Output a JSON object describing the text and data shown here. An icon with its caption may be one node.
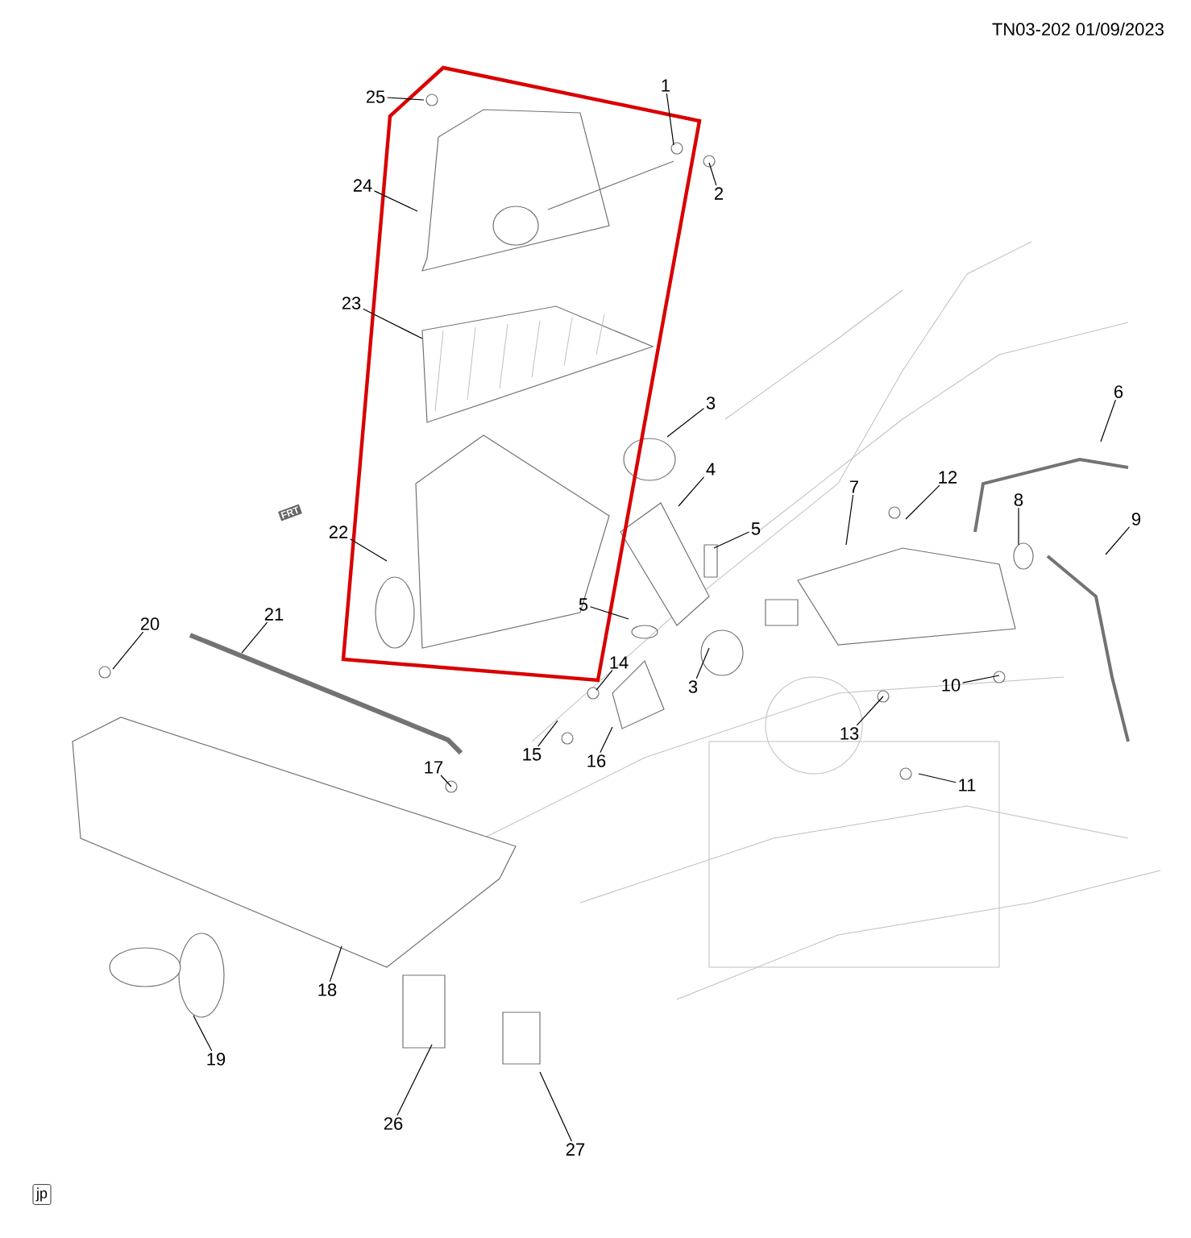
{
  "diagram": {
    "nodes": [
      {
        "text": [
          "1"
        ]
      },
      {
        "text": [
          "2"
        ]
      },
      {
        "text": [
          "3"
        ]
      },
      {
        "text": [
          "3"
        ]
      },
      {
        "text": [
          "4"
        ]
      },
      {
        "text": [
          "5"
        ]
      },
      {
        "text": [
          "5"
        ]
      },
      {
        "text": [
          "6"
        ]
      },
      {
        "text": [
          "7"
        ]
      },
      {
        "text": [
          "8"
        ]
      },
      {
        "text": [
          "9"
        ]
      },
      {
        "text": [
          "10"
        ]
      },
      {
        "text": [
          "11"
        ]
      },
      {
        "text": [
          "12"
        ]
      },
      {
        "text": [
          "13"
        ]
      },
      {
        "text": [
          "14"
        ]
      },
      {
        "text": [
          "15"
        ]
      },
      {
        "text": [
          "16"
        ]
      },
      {
        "text": [
          "17"
        ]
      },
      {
        "text": [
          "18"
        ]
      },
      {
        "text": [
          "19"
        ]
      },
      {
        "text": [
          "20"
        ]
      },
      {
        "text": [
          "21"
        ]
      },
      {
        "text": [
          "22"
        ]
      },
      {
        "text": [
          "23"
        ]
      },
      {
        "text": [
          "24"
        ]
      },
      {
        "text": [
          "25"
        ]
      },
      {
        "text": [
          "26"
        ]
      },
      {
        "text": [
          "27"
        ]
      }
    ],
    "edges": [
      {
        "from": 0,
        "to": null,
        "arrow": "none"
      },
      {
        "from": 1,
        "to": null,
        "arrow": "none"
      },
      {
        "from": 2,
        "to": null,
        "arrow": "none"
      },
      {
        "from": 3,
        "to": null,
        "arrow": "none"
      },
      {
        "from": 4,
        "to": null,
        "arrow": "none"
      },
      {
        "from": 5,
        "to": null,
        "arrow": "none"
      },
      {
        "from": 6,
        "to": null,
        "arrow": "none"
      },
      {
        "from": 7,
        "to": null,
        "arrow": "none"
      },
      {
        "from": 8,
        "to": null,
        "arrow": "none"
      },
      {
        "from": 9,
        "to": null,
        "arrow": "none"
      },
      {
        "from": 10,
        "to": null,
        "arrow": "none"
      },
      {
        "from": 11,
        "to": null,
        "arrow": "none"
      },
      {
        "from": 12,
        "to": null,
        "arrow": "none"
      },
      {
        "from": 13,
        "to": null,
        "arrow": "none"
      },
      {
        "from": 14,
        "to": null,
        "arrow": "none"
      },
      {
        "from": 15,
        "to": null,
        "arrow": "none"
      },
      {
        "from": 16,
        "to": null,
        "arrow": "none"
      },
      {
        "from": 17,
        "to": null,
        "arrow": "none"
      },
      {
        "from": 18,
        "to": null,
        "arrow": "none"
      },
      {
        "from": 19,
        "to": null,
        "arrow": "none"
      },
      {
        "from": 20,
        "to": null,
        "arrow": "none"
      },
      {
        "from": 21,
        "to": null,
        "arrow": "none"
      },
      {
        "from": 22,
        "to": null,
        "arrow": "none"
      },
      {
        "from": 23,
        "to": null,
        "arrow": "none"
      },
      {
        "from": 24,
        "to": null,
        "arrow": "none"
      },
      {
        "from": 25,
        "to": null,
        "arrow": "none"
      },
      {
        "from": 26,
        "to": null,
        "arrow": "none"
      },
      {
        "from": 27,
        "to": null,
        "arrow": "none"
      },
      {
        "from": 28,
        "to": null,
        "arrow": "none"
      }
    ],
    "labels": [
      "TN03-202 01/09/2023",
      "FRT",
      "jp"
    ]
  }
}
